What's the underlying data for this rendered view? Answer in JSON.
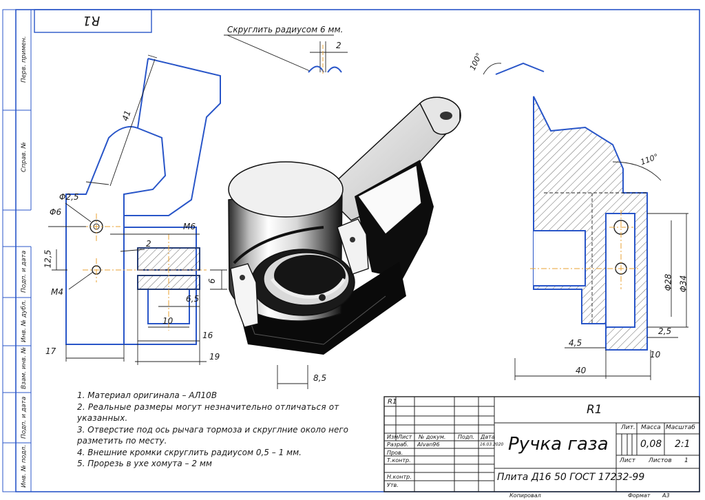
{
  "sheet_label": "R1",
  "dimensions": {
    "d41": "41",
    "phi2_5": "Φ2,5",
    "phi6": "Φ6",
    "d12_5": "12,5",
    "m4": "M4",
    "m6": "M6",
    "d2": "2",
    "d6": "6",
    "d6_5": "6,5",
    "d10": "10",
    "d16": "16",
    "d17": "17",
    "d19": "19",
    "d8_5": "8,5",
    "d2_top": "2",
    "a100": "100°",
    "a110": "110°",
    "phi28": "Φ28",
    "phi34": "Φ34",
    "d2_5": "2,5",
    "d4_5": "4,5",
    "d10_r": "10",
    "d40": "40"
  },
  "top_note": "Скруглить радиусом 6 мм.",
  "notes": [
    "1. Материал оригинала – АЛ10В",
    "2. Реальные размеры могут незначительно отличаться от указанных.",
    "3. Отверстие под ось рычага тормоза и скруглние около него разметить по месту.",
    "4. Внешние кромки скруглить радиусом 0,5 – 1 мм.",
    "5. Прорезь в ухе хомута – 2 мм"
  ],
  "left_strip": [
    "Перв. примен.",
    "Справ. №",
    "Подп. и дата",
    "Инв. № дубл.",
    "Взам. инв. №",
    "Подп. и дата",
    "Инв. № подл."
  ],
  "title_block": {
    "code_small": "R1",
    "code_main": "R1",
    "title": "Ручка газа",
    "material": "Плита Д16 50 ГОСТ 17232-99",
    "col_izm": "Изм",
    "col_list": "Лист",
    "col_doc": "№ докум.",
    "col_podp": "Подп.",
    "col_date": "Дата",
    "row_razrab": "Разраб.",
    "razrab_name": "Alvan96",
    "razrab_date": "16.03.2020",
    "row_prov": "Пров.",
    "row_tkontr": "Т.контр.",
    "row_nkontr": "Н.контр.",
    "row_utv": "Утв.",
    "lit_label": "Лит.",
    "mass_label": "Масса",
    "scale_label": "Масштаб",
    "mass_value": "0,08",
    "scale_value": "2:1",
    "sheet_label": "Лист",
    "sheets_label": "Листов",
    "sheets_value": "1",
    "copied": "Копировал",
    "format": "Формат",
    "format_value": "А3"
  }
}
